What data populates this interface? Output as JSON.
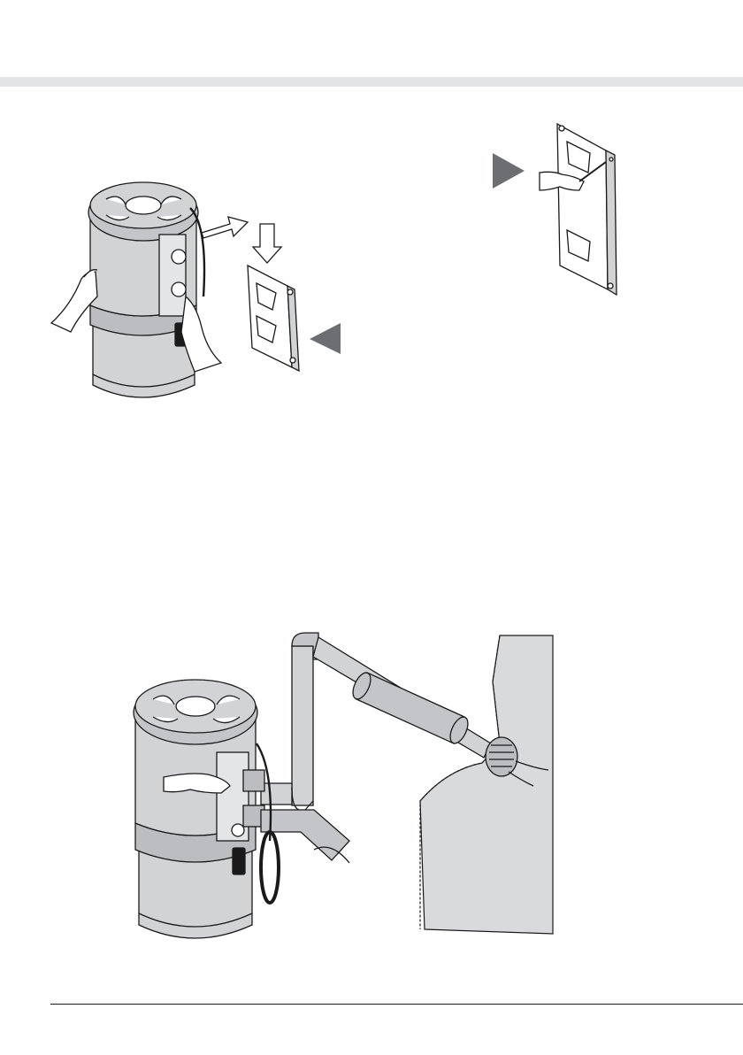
{
  "page": {
    "background": "#ffffff",
    "band_color": "#e3e4e6"
  },
  "colors": {
    "ink": "#1a1a1a",
    "body_fill": "#d2d3d5",
    "body_fill_dark": "#bcbdc0",
    "wall_fill": "#d9dadc",
    "marker": "#6d6e71"
  },
  "figures": [
    {
      "id": "figure-mount-unit",
      "icons": [
        "vacuum-unit-icon",
        "hand-icon",
        "arrow-icon",
        "wall-bracket-icon",
        "triangle-marker-icon"
      ]
    },
    {
      "id": "figure-fix-bracket",
      "icons": [
        "wall-bracket-icon",
        "hand-screwdriver-icon",
        "triangle-marker-icon"
      ]
    },
    {
      "id": "figure-connect-pipes",
      "icons": [
        "vacuum-unit-icon",
        "hand-icon",
        "exhaust-pipe-icon",
        "silencer-icon",
        "wall-icon",
        "exhaust-grille-icon"
      ]
    }
  ]
}
